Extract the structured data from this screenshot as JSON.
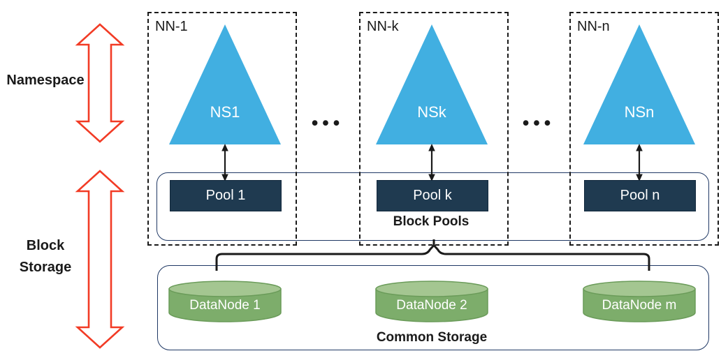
{
  "left_labels": {
    "namespace": "Namespace",
    "block_storage": "Block Storage"
  },
  "namenodes": [
    {
      "name": "NN-1",
      "namespace": "NS1",
      "pool": "Pool 1"
    },
    {
      "name": "NN-k",
      "namespace": "NSk",
      "pool": "Pool k"
    },
    {
      "name": "NN-n",
      "namespace": "NSn",
      "pool": "Pool n"
    }
  ],
  "ellipsis": "•••",
  "block_pools": {
    "label": "Block Pools"
  },
  "common_storage": {
    "label": "Common Storage",
    "datanodes": [
      {
        "name": "DataNode 1"
      },
      {
        "name": "DataNode 2"
      },
      {
        "name": "DataNode m"
      }
    ]
  },
  "colors": {
    "triangle_blue": "#41afe1",
    "pool_navy": "#1f3a50",
    "container_border_navy": "#1f3864",
    "cylinder_green": "#7dad6b",
    "cylinder_green_top": "#a4c691",
    "cylinder_green_border": "#6a9b59",
    "arrow_red": "#f23b25",
    "line_black": "#1a1a1a"
  }
}
